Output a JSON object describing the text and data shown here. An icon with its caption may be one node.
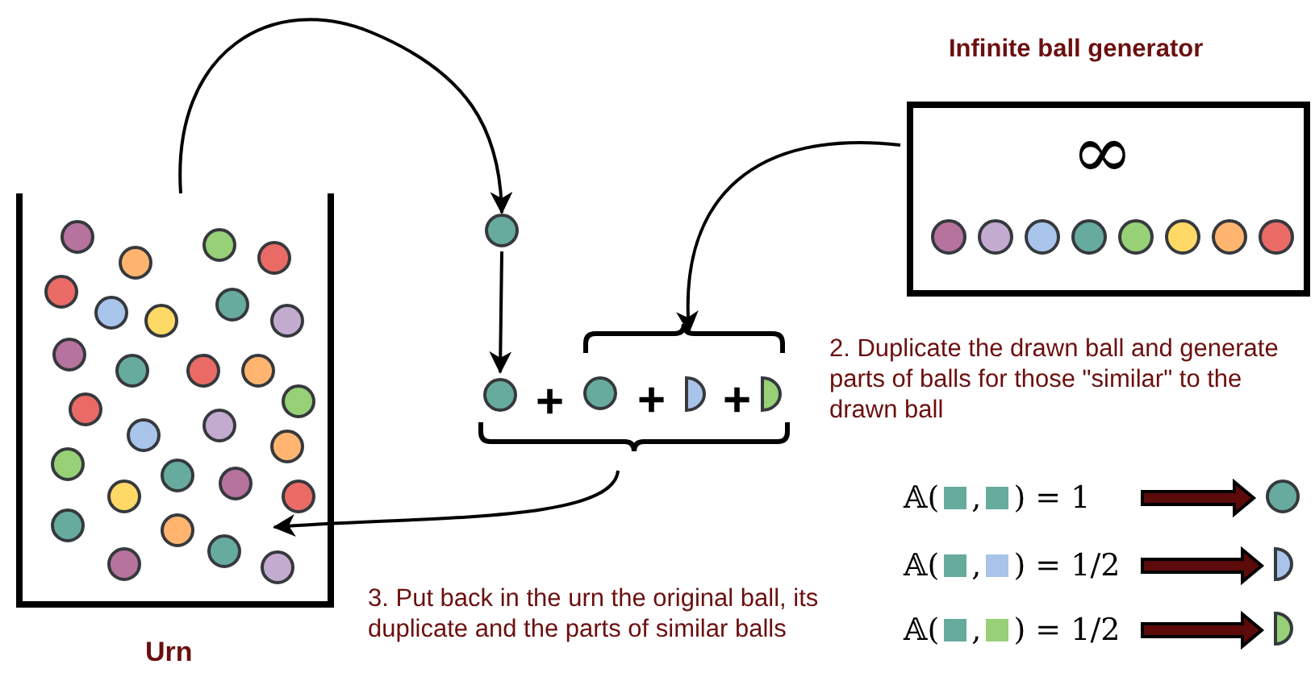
{
  "diagram": {
    "nodes": [
      {
        "text": [
          "Urn"
        ]
      },
      {
        "text": [
          "Infinite ball generator",
          "∞"
        ]
      },
      {
        "text": [],
        "shape": "circle"
      },
      {
        "text": [
          "+"
        ]
      },
      {
        "text": [],
        "shape": "circle",
        "in": 3
      },
      {
        "text": [
          "+",
          "+"
        ],
        "in": 3
      },
      {
        "text": [],
        "shape": "circle",
        "in": 5
      },
      {
        "text": [],
        "shape": "half-circle",
        "in": 5
      },
      {
        "text": [],
        "shape": "half-circle",
        "in": 5
      },
      {
        "text": [
          "𝔸(",
          ",",
          ") = 1"
        ]
      },
      {
        "text": [],
        "shape": "circle"
      },
      {
        "text": [
          "𝔸(",
          ",",
          ") = 1/2"
        ]
      },
      {
        "text": [],
        "shape": "half-circle"
      },
      {
        "text": [
          "𝔸(",
          ",",
          ") = 1/2"
        ]
      },
      {
        "text": [],
        "shape": "half-circle"
      }
    ],
    "edges": [
      {
        "from": 0,
        "to": 2,
        "arrow": "to"
      },
      {
        "from": 2,
        "to": 4,
        "arrow": "to"
      },
      {
        "from": 1,
        "to": 5,
        "arrow": "to"
      },
      {
        "from": 3,
        "to": 0,
        "arrow": "to"
      },
      {
        "from": 9,
        "to": 10,
        "arrow": "to",
        "style": "thick",
        "color": "#5c0a0a"
      },
      {
        "from": 11,
        "to": 12,
        "arrow": "to",
        "style": "thick",
        "color": "#5c0a0a"
      },
      {
        "from": 13,
        "to": 14,
        "arrow": "to",
        "style": "thick",
        "color": "#5c0a0a"
      }
    ],
    "labels": [
      "2. Duplicate the drawn ball and generate parts of balls for those \"similar\" to the drawn ball",
      "3. Put back in the urn the original ball, its duplicate and the parts of similar balls"
    ]
  }
}
